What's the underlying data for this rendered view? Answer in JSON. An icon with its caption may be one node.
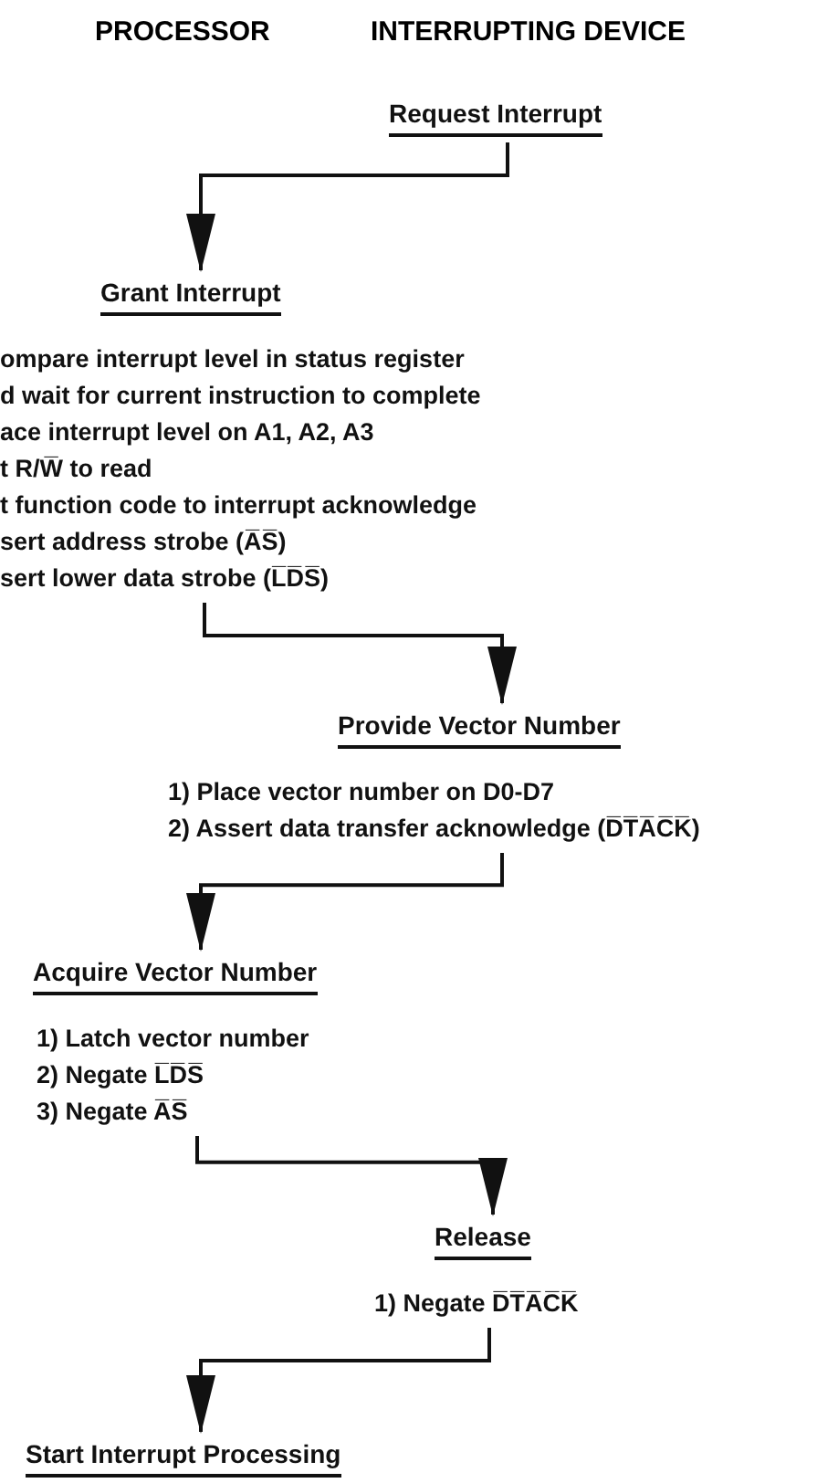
{
  "diagram": {
    "nodes": [
      {
        "text": [
          "Request Interrupt"
        ]
      },
      {
        "text": [
          "Grant Interrupt",
          "ompare interrupt level in status register",
          "d wait for current instruction to complete",
          "ace interrupt level on A1, A2, A3",
          "t R/W̅ to read",
          "t function code to interrupt acknowledge",
          "sert address strobe (A̅S̅)",
          "sert lower data strobe (L̅D̅S̅)"
        ]
      },
      {
        "text": [
          "Provide Vector Number",
          "1)  Place vector number on D0-D7",
          "2) Assert data transfer acknowledge (D̅T̅A̅C̅K̅)"
        ]
      },
      {
        "text": [
          "Acquire Vector Number",
          "1) Latch vector number",
          "2) Negate L̅D̅S̅",
          "3) Negate A̅S̅"
        ]
      },
      {
        "text": [
          "Release",
          "1) Negate D̅T̅A̅C̅K̅"
        ]
      },
      {
        "text": [
          "Start Interrupt Processing"
        ]
      }
    ],
    "edges": [
      {
        "from": 0,
        "to": 1,
        "arrow": "to"
      },
      {
        "from": 1,
        "to": 2,
        "arrow": "to"
      },
      {
        "from": 2,
        "to": 3,
        "arrow": "to"
      },
      {
        "from": 3,
        "to": 4,
        "arrow": "to"
      },
      {
        "from": 4,
        "to": 5,
        "arrow": "to"
      }
    ],
    "labels": [
      "PROCESSOR",
      "INTERRUPTING DEVICE"
    ]
  }
}
